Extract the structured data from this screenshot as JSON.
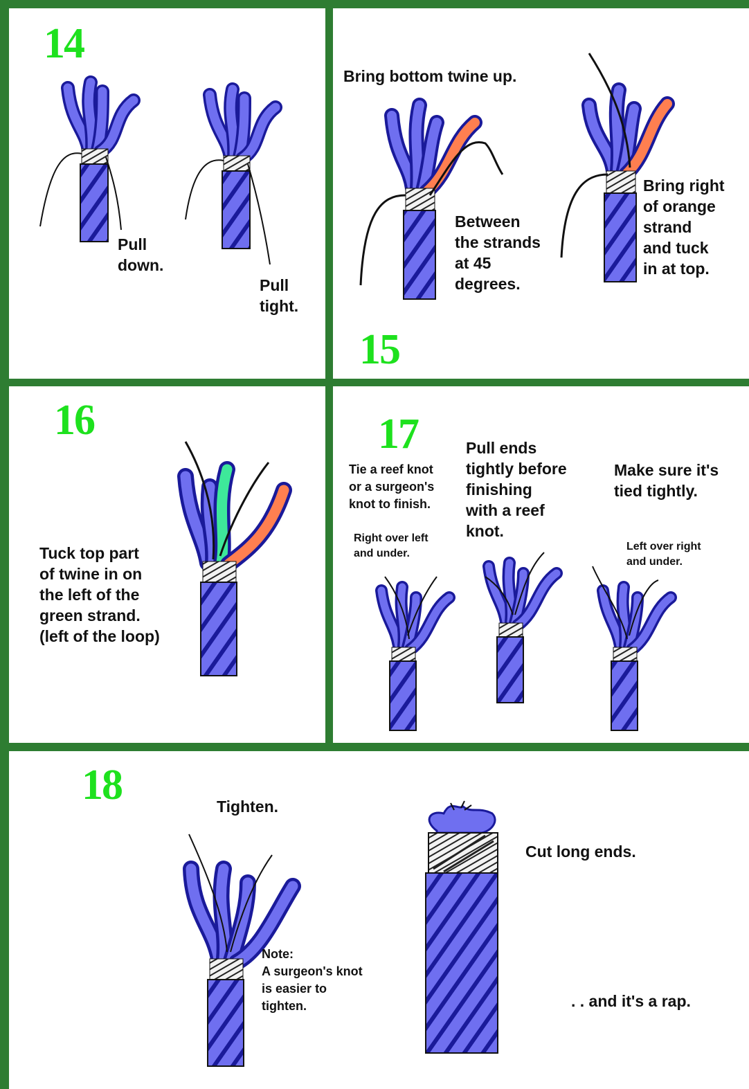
{
  "panels": {
    "p14": {
      "number": "14",
      "captions": [
        "Pull\ndown.",
        "Pull\ntight."
      ]
    },
    "p15": {
      "number": "15",
      "captions": [
        "Bring bottom twine up.",
        "Between\nthe strands\nat 45\ndegrees.",
        "Bring right\nof orange\nstrand\nand tuck\nin at top."
      ]
    },
    "p16": {
      "number": "16",
      "captions": [
        "Tuck top part\nof twine in on\nthe left of the\ngreen strand.\n(left of the loop)"
      ]
    },
    "p17": {
      "number": "17",
      "captions": [
        "Tie a reef knot\nor a surgeon's\nknot to finish.",
        "Pull ends\ntightly before\nfinishing\nwith a reef\nknot.",
        "Make sure it's\ntied tightly.",
        "Right over left\nand under.",
        "Left over right\nand under."
      ]
    },
    "p18": {
      "number": "18",
      "captions": [
        "Tighten.",
        "Note:\nA surgeon's knot\nis easier to\ntighten.",
        "Cut long ends.",
        ". . and it's a rap."
      ]
    }
  },
  "colors": {
    "border": "#2e7d32",
    "number": "#1ee11e",
    "rope": "#6f6ff0",
    "rope_dark": "#1a1a9a",
    "orange": "#ff7f50",
    "green_strand": "#3ee89a"
  }
}
